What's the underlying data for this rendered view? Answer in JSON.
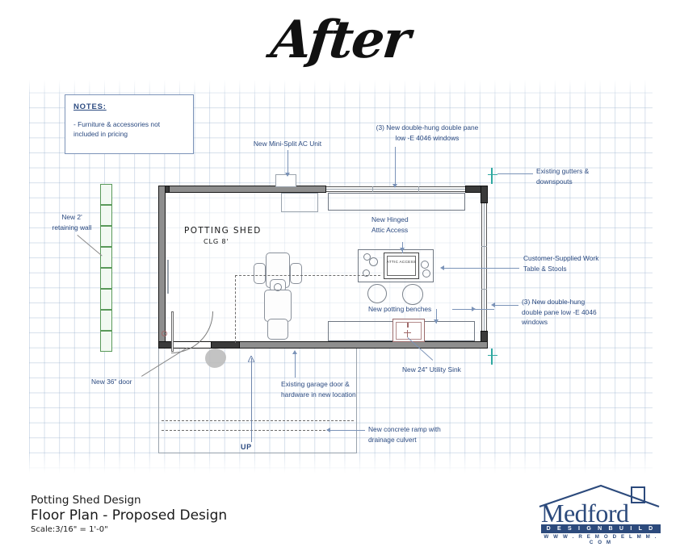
{
  "header": {
    "title": "After"
  },
  "notes": {
    "heading": "NOTES:",
    "body": "- Furniture & accessories not\nincluded in pricing"
  },
  "plan": {
    "room_label": "POTTING SHED",
    "ceiling_label": "CLG 8'",
    "attic_label": "ATTIC\nACCESS",
    "stair_direction": "UP"
  },
  "annotations": {
    "mini_split": "New Mini-Split AC Unit",
    "windows_top": "(3) New double-hung double pane\nlow -E 4046 windows",
    "gutters": "Existing gutters &\ndownspouts",
    "attic_access": "New Hinged\nAttic Access",
    "work_table": "Customer-Supplied Work\nTable & Stools",
    "windows_right": "(3) New double-hung\ndouble pane low -E 4046\nwindows",
    "potting_benches": "New potting benches",
    "utility_sink": "New 24\" Utility Sink",
    "retaining_wall": "New 2'\nretaining wall",
    "new_door": "New 36\" door",
    "garage_door": "Existing garage door &\nhardware in new location",
    "concrete_ramp": "New concrete ramp with\ndrainage culvert"
  },
  "title_block": {
    "project": "Potting Shed Design",
    "sheet": "Floor Plan - Proposed Design",
    "scale": "Scale:3/16\" = 1'-0\""
  },
  "logo": {
    "name": "Medford",
    "tagline": "D E S I G N   B U I L D",
    "url": "W W W .  R E M O D E L M M .  C O M"
  },
  "colors": {
    "annotation_blue": "#2b4a80",
    "leader_blue": "#7b93b8",
    "brand_navy": "#2c4a7c",
    "retaining_green": "#5a9a5a",
    "gutter_teal": "#2fa8a0",
    "wall_gray": "#8e8e8e",
    "wall_dark": "#3a3a3a",
    "grid_blue": "rgba(150,175,205,0.40)"
  }
}
